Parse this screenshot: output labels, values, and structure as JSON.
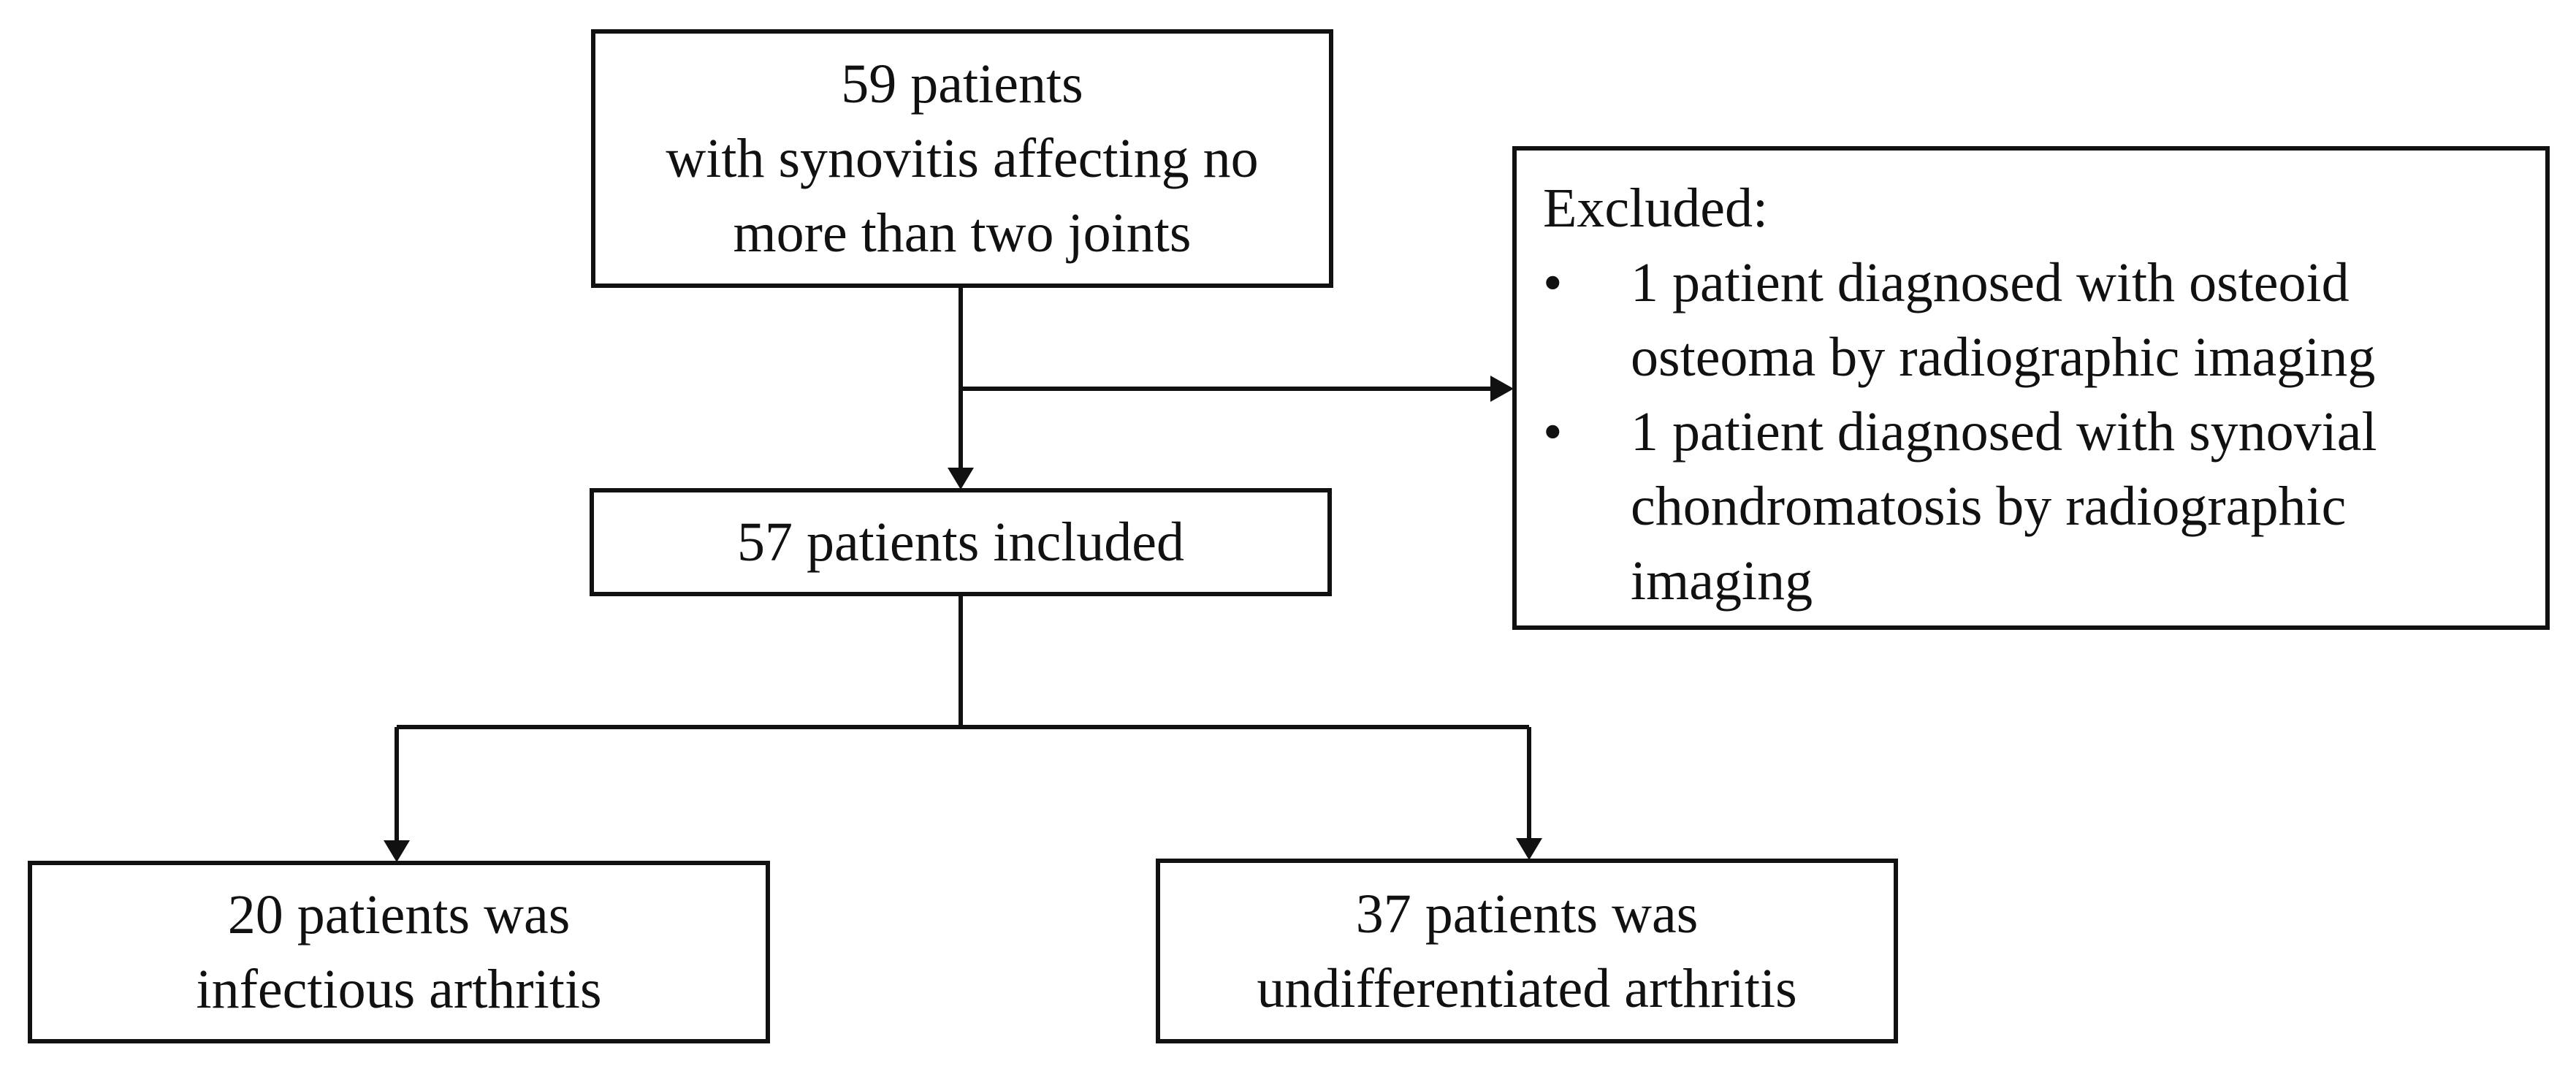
{
  "flowchart": {
    "enrolled": {
      "lines": [
        "59 patients",
        "with synovitis affecting no",
        "more than two joints"
      ]
    },
    "excluded": {
      "heading": "Excluded:",
      "bullet_glyph": "•",
      "items": [
        {
          "lines": [
            "1 patient diagnosed with osteoid",
            "osteoma by radiographic imaging"
          ]
        },
        {
          "lines": [
            "1 patient diagnosed with synovial",
            "chondromatosis by radiographic",
            "imaging"
          ]
        }
      ]
    },
    "included": {
      "lines": [
        "57 patients included"
      ]
    },
    "group_infectious": {
      "lines": [
        "20 patients was",
        "infectious arthritis"
      ]
    },
    "group_undifferentiated": {
      "lines": [
        "37 patients was",
        "undifferentiated arthritis"
      ]
    }
  }
}
